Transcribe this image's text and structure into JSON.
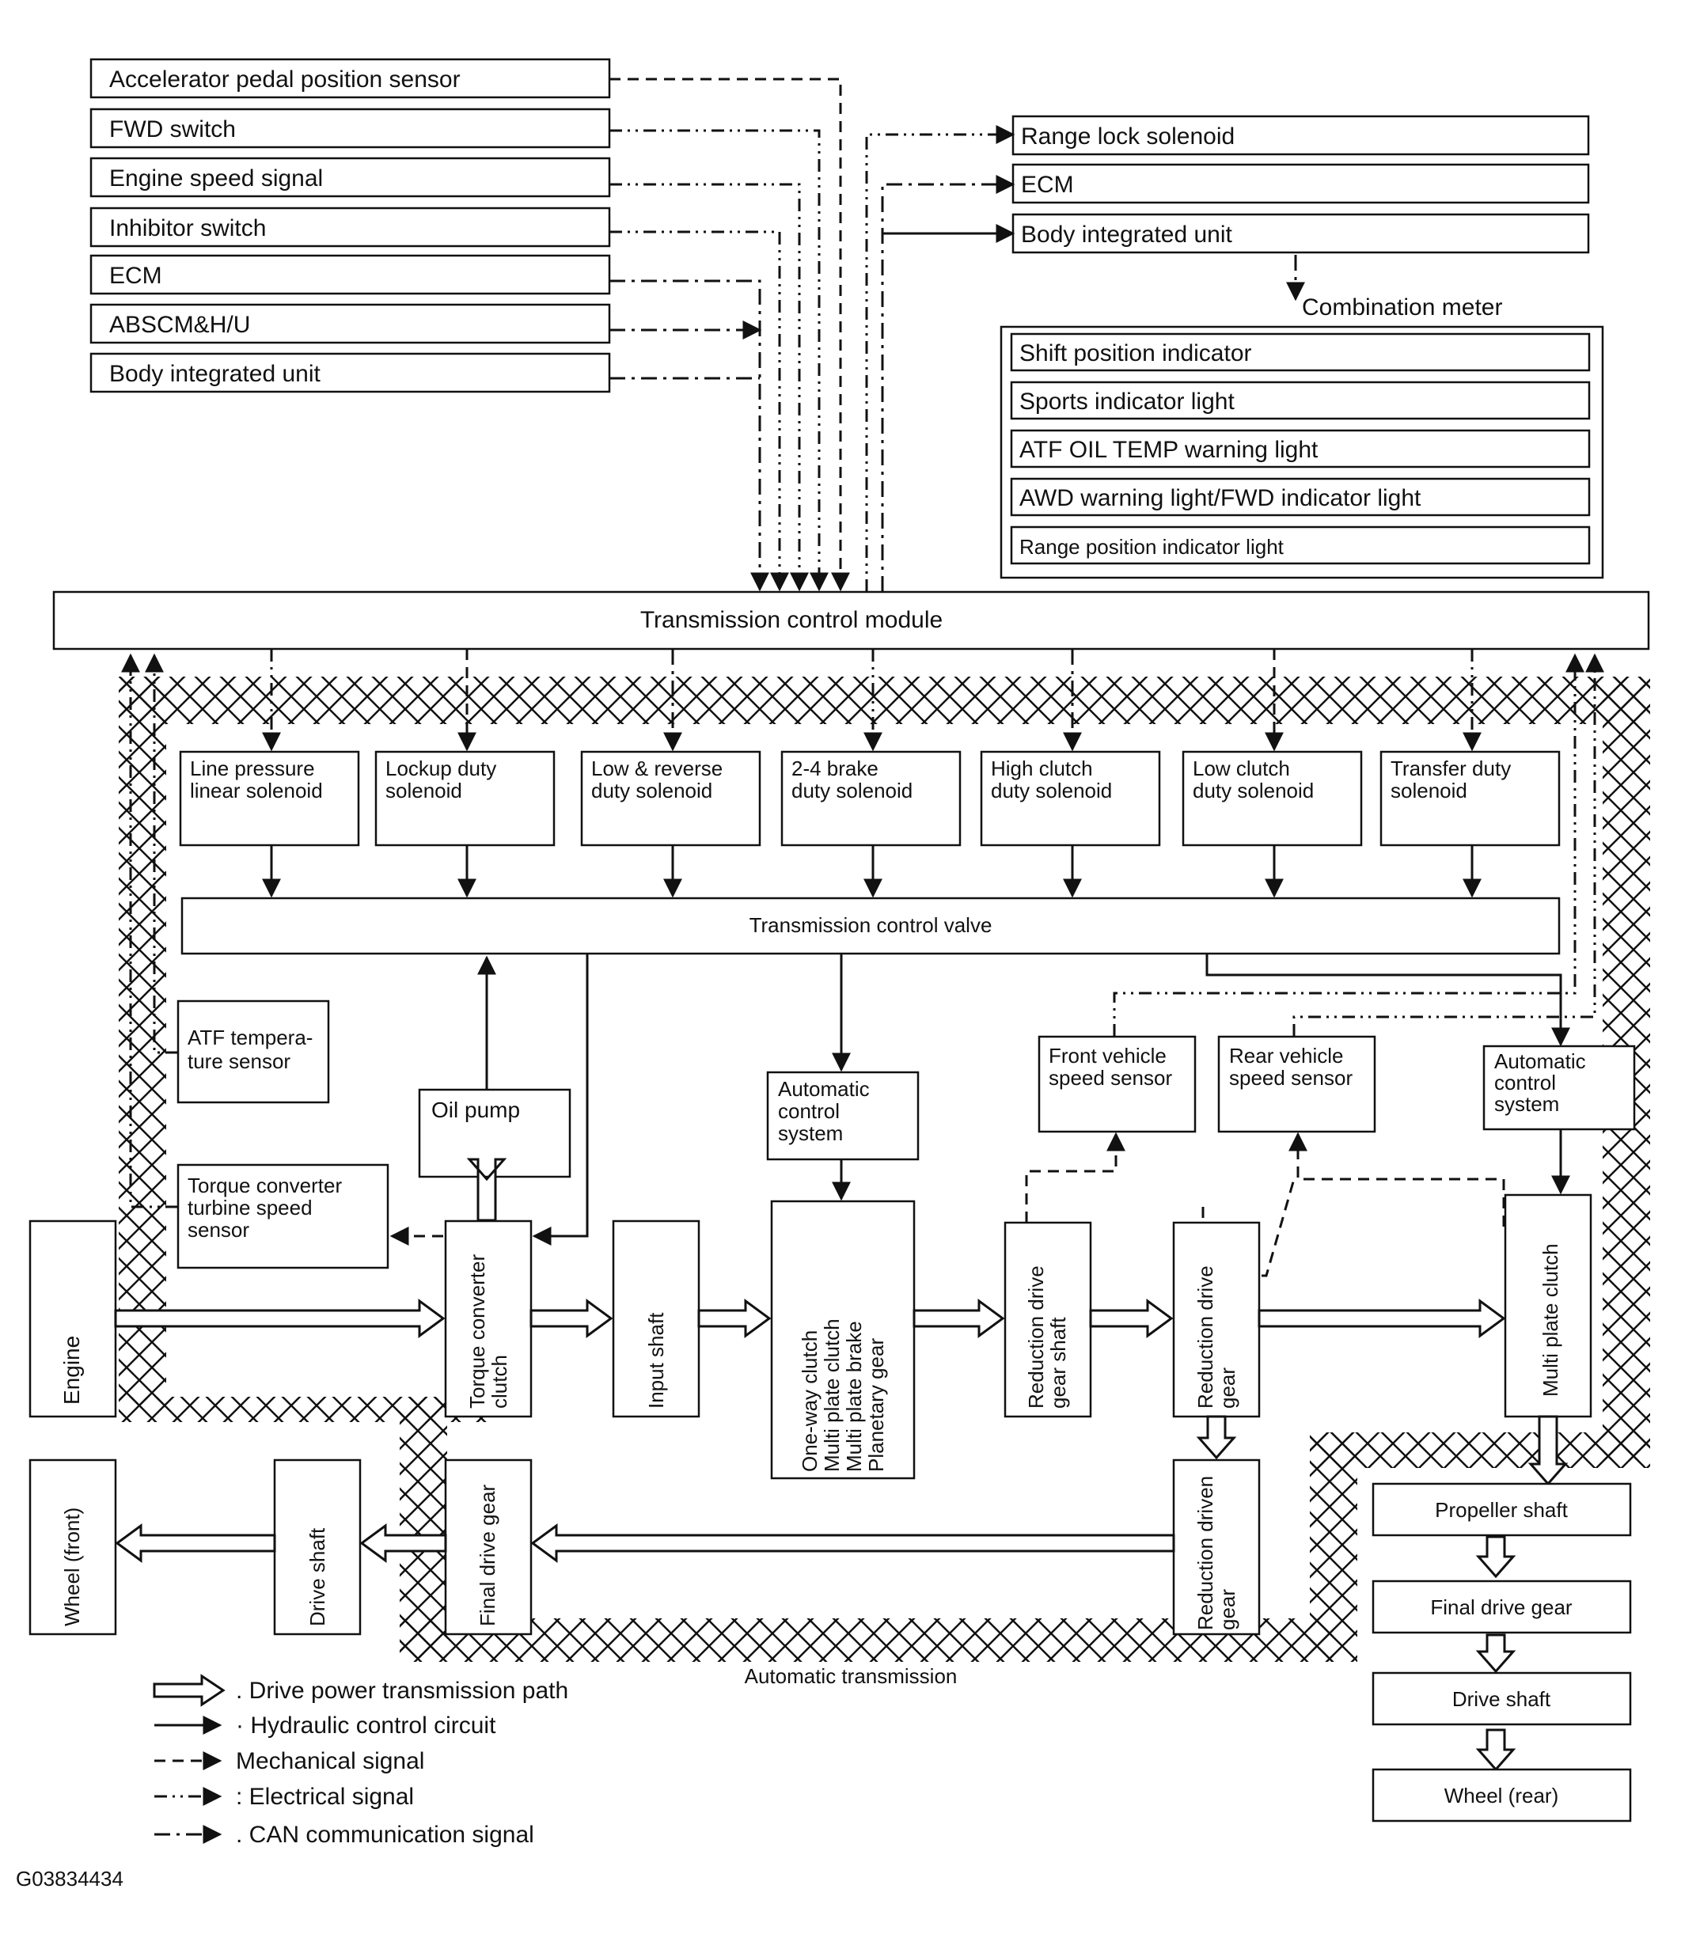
{
  "inputs": [
    "Accelerator pedal position sensor",
    "FWD switch",
    "Engine speed signal",
    "Inhibitor switch",
    "ECM",
    "ABSCM&H/U",
    "Body integrated unit"
  ],
  "outputs": [
    "Range lock solenoid",
    "ECM",
    "Body integrated unit"
  ],
  "combination_meter": {
    "title": "Combination meter",
    "items": [
      "Shift position indicator",
      "Sports indicator light",
      "ATF OIL TEMP warning light",
      "AWD warning light/FWD indicator light",
      "Range position indicator light"
    ]
  },
  "tcm": "Transmission control module",
  "solenoids": [
    [
      "Line pressure",
      "linear solenoid"
    ],
    [
      "Lockup duty",
      "solenoid"
    ],
    [
      "Low & reverse",
      "duty solenoid"
    ],
    [
      "2-4 brake",
      "duty solenoid"
    ],
    [
      "High clutch",
      "duty solenoid"
    ],
    [
      "Low clutch",
      "duty solenoid"
    ],
    [
      "Transfer duty",
      "solenoid"
    ]
  ],
  "control_valve": "Transmission control valve",
  "sensors": {
    "atf_temp": [
      "ATF tempera-",
      "ture sensor"
    ],
    "turbine": [
      "Torque converter",
      "turbine speed",
      "sensor"
    ],
    "front_speed": [
      "Front vehicle",
      "speed sensor"
    ],
    "rear_speed": [
      "Rear vehicle",
      "speed sensor"
    ]
  },
  "oil_pump": "Oil pump",
  "auto_control_center": [
    "Automatic",
    "control",
    "system"
  ],
  "auto_control_right": [
    "Automatic",
    "control",
    "system"
  ],
  "drivetrain": {
    "engine": "Engine",
    "torque_converter": [
      "Torque converter",
      "clutch"
    ],
    "input_shaft": "Input shaft",
    "gearset": [
      "One-way clutch",
      "Multi plate clutch",
      "Multi plate brake",
      "Planetary gear"
    ],
    "reduction_drive_shaft": [
      "Reduction drive",
      "gear shaft"
    ],
    "reduction_drive_gear": [
      "Reduction drive",
      "gear"
    ],
    "multi_plate_clutch": "Multi plate clutch",
    "reduction_driven_gear": [
      "Reduction driven",
      "gear"
    ],
    "final_drive_front": "Final drive gear",
    "drive_shaft_front": "Drive shaft",
    "wheel_front": "Wheel (front)"
  },
  "rear_chain": [
    "Propeller shaft",
    "Final drive gear",
    "Drive shaft",
    "Wheel (rear)"
  ],
  "at_label": "Automatic transmission",
  "legend": [
    {
      "text": ". Drive power transmission path",
      "style": "hollow"
    },
    {
      "text": "· Hydraulic control circuit",
      "style": "solid"
    },
    {
      "text": "Mechanical signal",
      "style": "dashed"
    },
    {
      "text": ": Electrical signal",
      "style": "dashdot"
    },
    {
      "text": ". CAN communication signal",
      "style": "dashdot2"
    }
  ],
  "figure_id": "G03834434"
}
